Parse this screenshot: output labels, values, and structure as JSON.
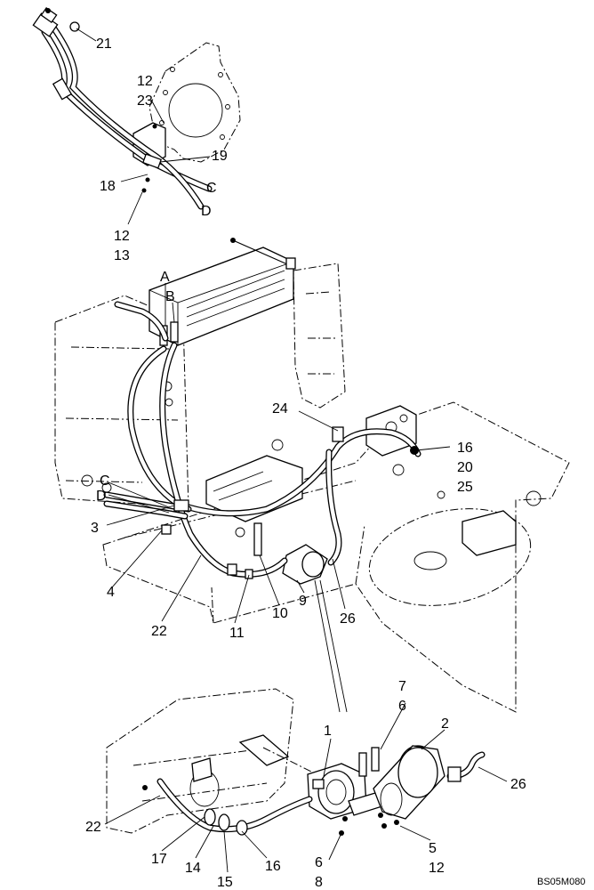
{
  "diagram": {
    "callouts": [
      {
        "id": "c-21",
        "text": "21"
      },
      {
        "id": "c-12a",
        "text": "12"
      },
      {
        "id": "c-23",
        "text": "23"
      },
      {
        "id": "c-19",
        "text": "19"
      },
      {
        "id": "c-18",
        "text": "18"
      },
      {
        "id": "c-C-top",
        "text": "C"
      },
      {
        "id": "c-D-top",
        "text": "D"
      },
      {
        "id": "c-12b",
        "text": "12"
      },
      {
        "id": "c-13",
        "text": "13"
      },
      {
        "id": "c-A",
        "text": "A"
      },
      {
        "id": "c-B",
        "text": "B"
      },
      {
        "id": "c-24",
        "text": "24"
      },
      {
        "id": "c-16a",
        "text": "16"
      },
      {
        "id": "c-20",
        "text": "20"
      },
      {
        "id": "c-25",
        "text": "25"
      },
      {
        "id": "c-C-mid",
        "text": "C"
      },
      {
        "id": "c-D-mid",
        "text": "D"
      },
      {
        "id": "c-3",
        "text": "3"
      },
      {
        "id": "c-4",
        "text": "4"
      },
      {
        "id": "c-22a",
        "text": "22"
      },
      {
        "id": "c-11",
        "text": "11"
      },
      {
        "id": "c-10",
        "text": "10"
      },
      {
        "id": "c-9",
        "text": "9"
      },
      {
        "id": "c-26a",
        "text": "26"
      },
      {
        "id": "c-7",
        "text": "7"
      },
      {
        "id": "c-6a",
        "text": "6"
      },
      {
        "id": "c-1",
        "text": "1"
      },
      {
        "id": "c-2",
        "text": "2"
      },
      {
        "id": "c-26b",
        "text": "26"
      },
      {
        "id": "c-22b",
        "text": "22"
      },
      {
        "id": "c-17",
        "text": "17"
      },
      {
        "id": "c-14",
        "text": "14"
      },
      {
        "id": "c-15",
        "text": "15"
      },
      {
        "id": "c-16b",
        "text": "16"
      },
      {
        "id": "c-6b",
        "text": "6"
      },
      {
        "id": "c-8",
        "text": "8"
      },
      {
        "id": "c-5",
        "text": "5"
      },
      {
        "id": "c-12c",
        "text": "12"
      }
    ],
    "drawing_code": "BS05M080"
  }
}
